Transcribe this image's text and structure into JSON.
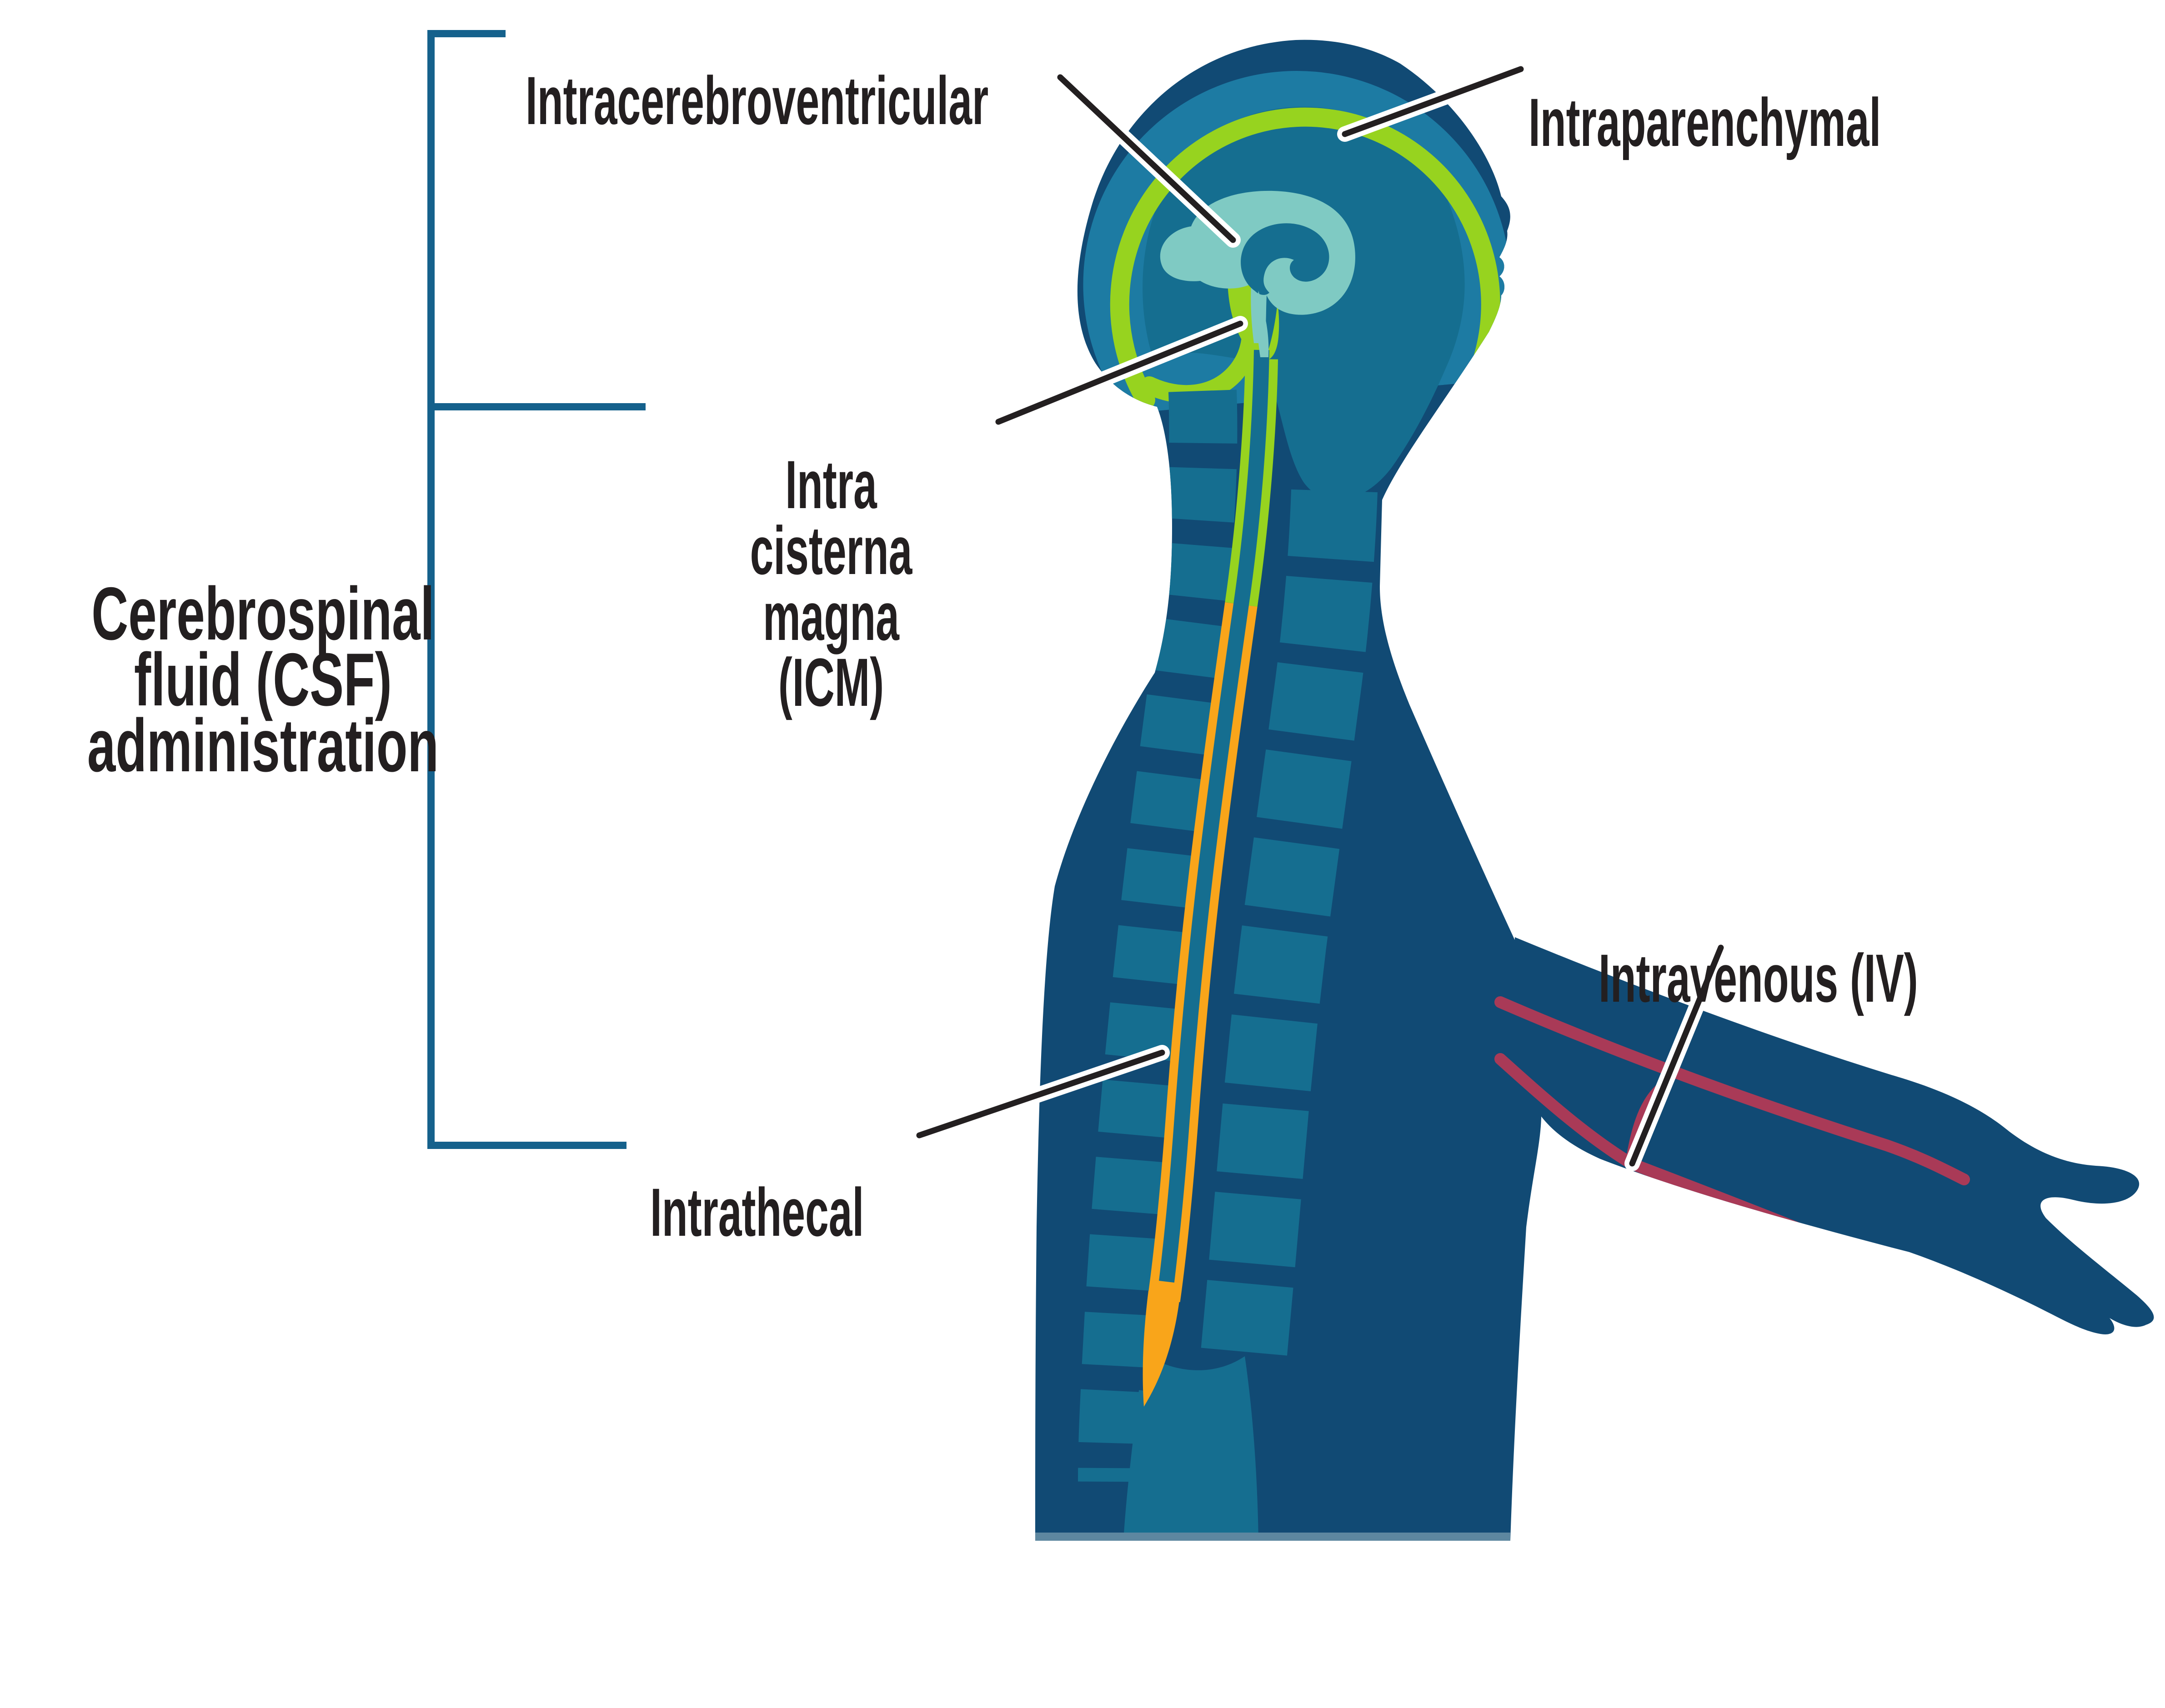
{
  "figure": {
    "title": "Cerebrospinal\nfluid (CSF)\nadministration",
    "labels": {
      "intracerebroventricular": "Intracerebroventricular",
      "intraparenchymal": "Intraparenchymal",
      "intra_cisterna_magna": "Intra cisterna\nmagna (ICM)",
      "intrathecal": "Intrathecal",
      "intravenous": "Intravenous (IV)"
    }
  },
  "colors": {
    "bg": "#ffffff",
    "body": "#114a74",
    "organTeal": "#156e90",
    "craniumBand": "#1d7ba3",
    "csfGreen": "#97d31f",
    "ventricle": "#7fcac3",
    "canalOrange": "#f9a51a",
    "vein": "#a93a57",
    "bracket": "#15618c",
    "text": "#231f20",
    "torsoBaseEdge": "#5d87a0",
    "leaderCasing": "#ffffff"
  }
}
